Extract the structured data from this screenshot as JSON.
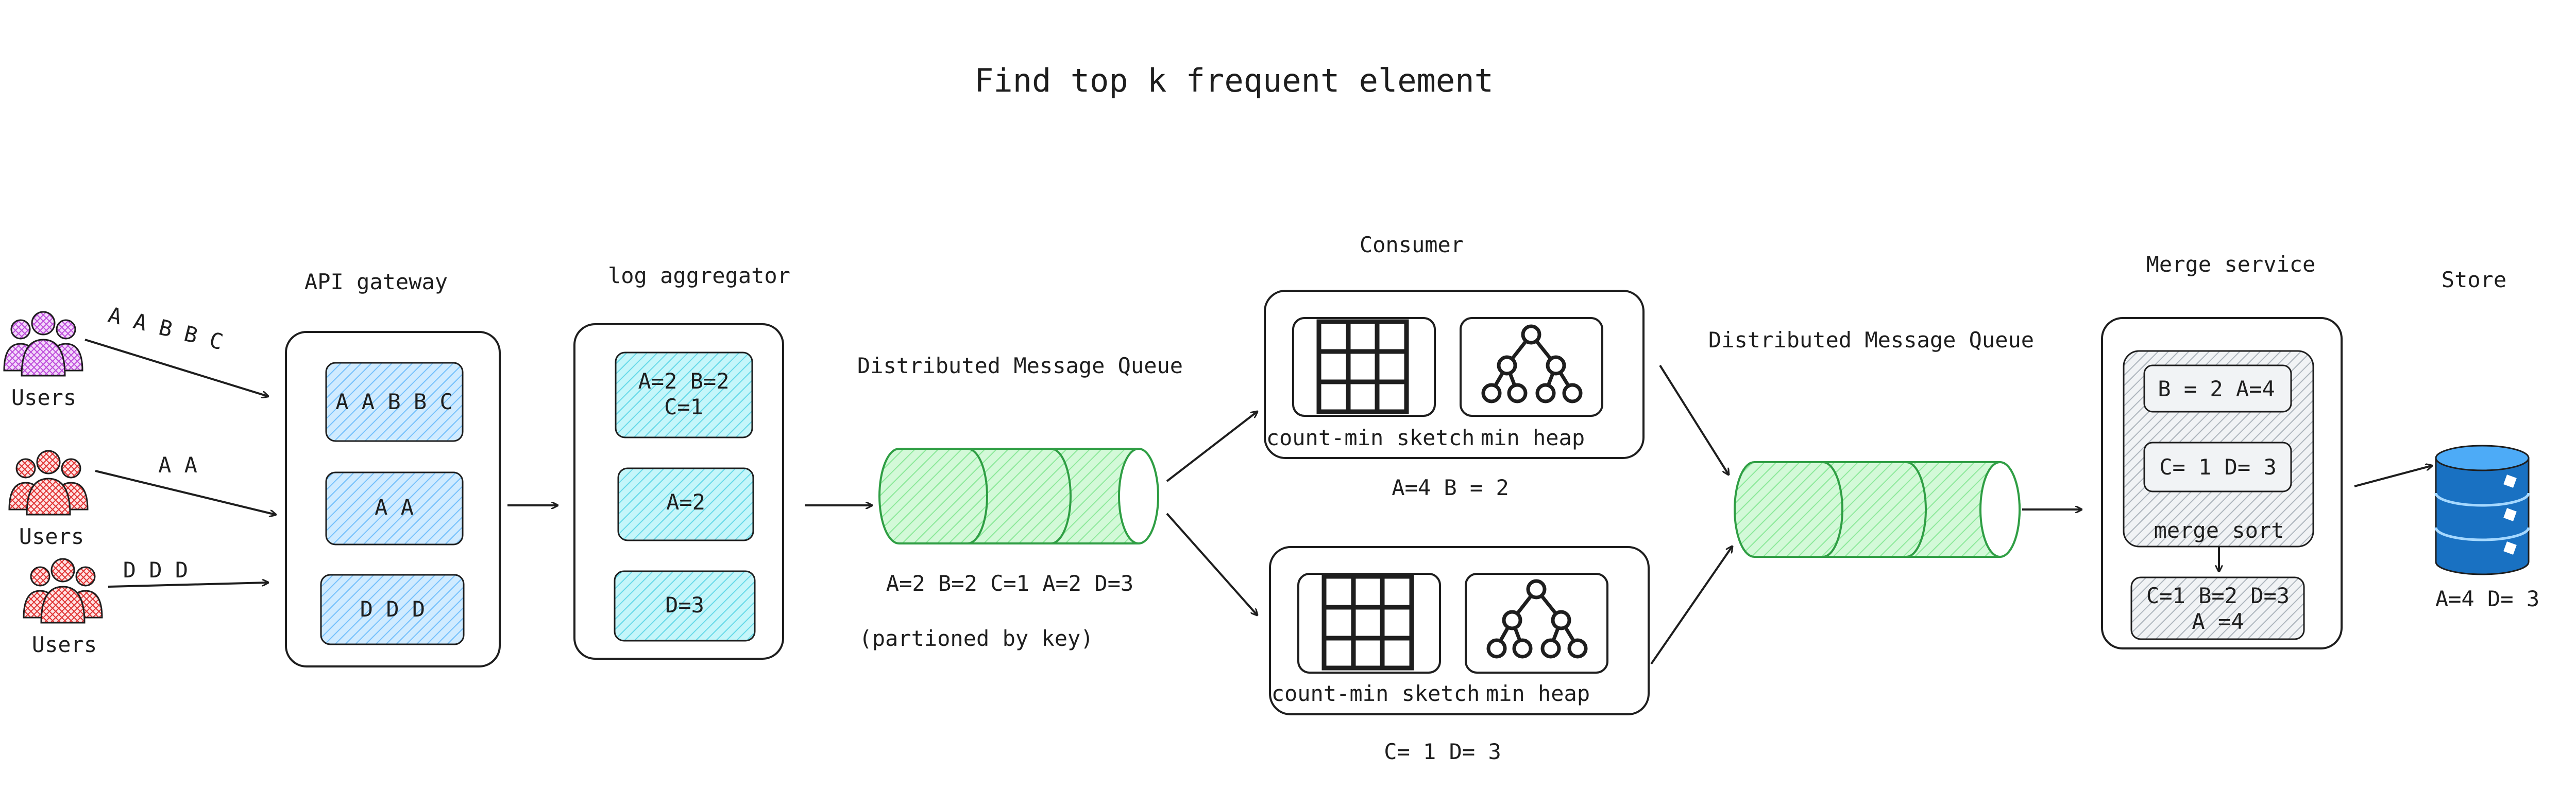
{
  "title": "Find top k frequent element",
  "users": {
    "group1": {
      "label": "Users",
      "events": "A A B B C"
    },
    "group2": {
      "label": "Users",
      "events": "A A"
    },
    "group3": {
      "label": "Users",
      "events": "D D D"
    }
  },
  "api_gateway": {
    "label": "API gateway",
    "entries": [
      "A A B B C",
      "A A",
      "D D D"
    ]
  },
  "log_aggregator": {
    "label": "log aggregator",
    "entry1_line1": "A=2 B=2",
    "entry1_line2": "C=1",
    "entry2": "A=2",
    "entry3": "D=3"
  },
  "queue1": {
    "label": "Distributed Message Queue",
    "contents": "A=2 B=2 C=1 A=2 D=3",
    "note": "(partioned by key)"
  },
  "consumer": {
    "label": "Consumer",
    "top": {
      "sketch_label": "count-min sketch",
      "heap_label": "min heap",
      "result": "A=4 B = 2"
    },
    "bottom": {
      "sketch_label": "count-min sketch",
      "heap_label": "min heap",
      "result": "C= 1 D= 3"
    }
  },
  "queue2": {
    "label": "Distributed Message Queue"
  },
  "merge_service": {
    "label": "Merge service",
    "input1": "B = 2 A=4",
    "input2": "C= 1 D= 3",
    "step": "merge sort",
    "output_line1": "C=1 B=2 D=3",
    "output_line2": "A =4"
  },
  "store": {
    "label": "Store",
    "result": "A=4 D= 3"
  },
  "colors": {
    "blue_fill": "#a5d8ff",
    "teal_fill": "#99e9f2",
    "green_fill": "#b2f2bb",
    "green_stroke": "#2f9e44",
    "user_purple": "#be4bdb",
    "user_red": "#e03131",
    "db_blue": "#1971c2",
    "grey_fill": "#ced4da"
  }
}
